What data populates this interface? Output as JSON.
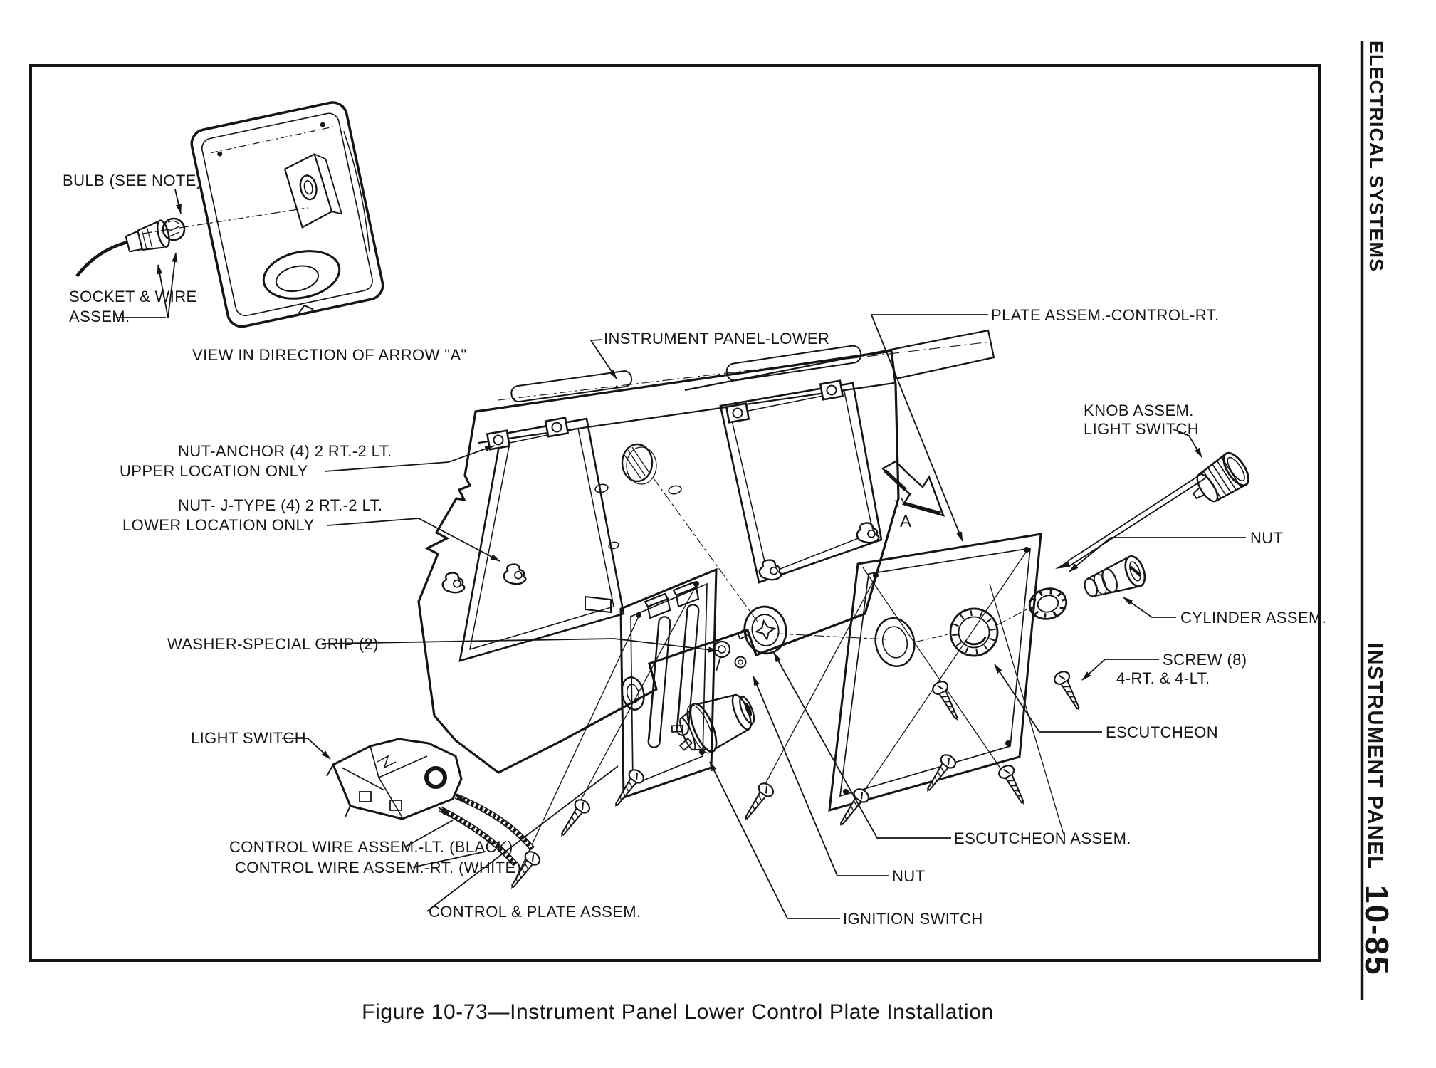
{
  "page": {
    "sidebar_top": "ELECTRICAL SYSTEMS",
    "sidebar_bottom": "INSTRUMENT PANEL",
    "sidebar_page_num": "10-85",
    "caption": "Figure 10-73—Instrument Panel Lower Control Plate Installation"
  },
  "inset": {
    "bulb_label": "BULB (SEE NOTE)",
    "socket_label_line1": "SOCKET & WIRE",
    "socket_label_line2": "ASSEM.",
    "view_label": "VIEW IN DIRECTION OF ARROW \"A\"",
    "arrow_letter": "A"
  },
  "labels": {
    "instrument_panel_lower": "INSTRUMENT PANEL-LOWER",
    "plate_assem_control_rt": "PLATE ASSEM.-CONTROL-RT.",
    "knob_assem_line1": "KNOB ASSEM.",
    "knob_assem_line2": "LIGHT SWITCH",
    "nut_anchor_line1": "NUT-ANCHOR (4) 2 RT.-2 LT.",
    "nut_anchor_line2": "UPPER LOCATION ONLY",
    "nut_j_line1": "NUT- J-TYPE (4) 2 RT.-2 LT.",
    "nut_j_line2": "LOWER LOCATION ONLY",
    "nut_right": "NUT",
    "cylinder_assem": "CYLINDER ASSEM.",
    "screw_line1": "SCREW (8)",
    "screw_line2": "4-RT. & 4-LT.",
    "escutcheon": "ESCUTCHEON",
    "washer_special_grip": "WASHER-SPECIAL GRIP (2)",
    "light_switch": "LIGHT SWITCH",
    "control_wire_lt": "CONTROL WIRE ASSEM.-LT. (BLACK)",
    "control_wire_rt": "CONTROL WIRE ASSEM.-RT. (WHITE)",
    "control_plate_assem": "CONTROL & PLATE ASSEM.",
    "escutcheon_assem": "ESCUTCHEON ASSEM.",
    "nut_bottom": "NUT",
    "ignition_switch": "IGNITION SWITCH"
  },
  "colors": {
    "ink": "#151515",
    "paper": "#ffffff"
  }
}
